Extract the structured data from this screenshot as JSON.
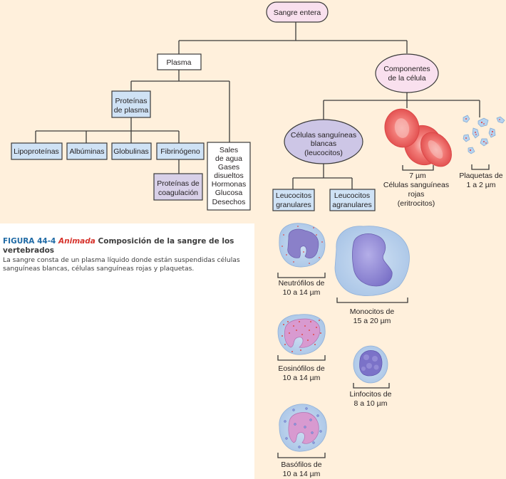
{
  "colors": {
    "background": "#fff0dc",
    "plasma_protein_box": "#cfe2f5",
    "coagulation_box": "#d8d0e8",
    "pink_ellipse": "#f9e0ee",
    "wbc_ellipse": "#cdc6e6",
    "white_box": "#ffffff",
    "figure_number": "#1f6aa5",
    "animated_tag": "#d6322b"
  },
  "nodes": {
    "root": "Sangre entera",
    "plasma": "Plasma",
    "cell_components": [
      "Componentes",
      "de la célula"
    ],
    "plasma_proteins": [
      "Proteínas",
      "de plasma"
    ],
    "protein_types": [
      "Lipoproteínas",
      "Albúminas",
      "Globulinas",
      "Fibrinógeno"
    ],
    "coagulation": [
      "Proteínas de",
      "coagulación"
    ],
    "other_plasma": [
      "Sales",
      "de agua",
      "Gases",
      "disueltos",
      "Hormonas",
      "Glucosa",
      "Desechos"
    ],
    "white_cells": [
      "Células sanguíneas",
      "blancas",
      "(leucocitos)"
    ],
    "granular": [
      "Leucocitos",
      "granulares"
    ],
    "agranular": [
      "Leucocitos",
      "agranulares"
    ]
  },
  "cells": {
    "red_cells": [
      "7 µm",
      "Células sanguíneas",
      "rojas",
      "(eritrocitos)"
    ],
    "platelets": [
      "Plaquetas de",
      "1 a 2 µm"
    ],
    "neutrophils": [
      "Neutrófilos de",
      "10 a 14 µm"
    ],
    "monocytes": [
      "Monocitos de",
      "15 a 20 µm"
    ],
    "eosinophils": [
      "Eosinófilos de",
      "10 a 14 µm"
    ],
    "lymphocytes": [
      "Linfocitos de",
      "8 a 10 µm"
    ],
    "basophils": [
      "Basófilos de",
      "10 a 14 µm"
    ]
  },
  "caption": {
    "figure_number": "FIGURA 44-4",
    "animated": "Animada",
    "title": "Composición de la sangre de los vertebrados",
    "body": "La sangre consta de un plasma líquido donde están suspendidas células sanguíneas blancas, células sanguíneas rojas y plaquetas."
  }
}
